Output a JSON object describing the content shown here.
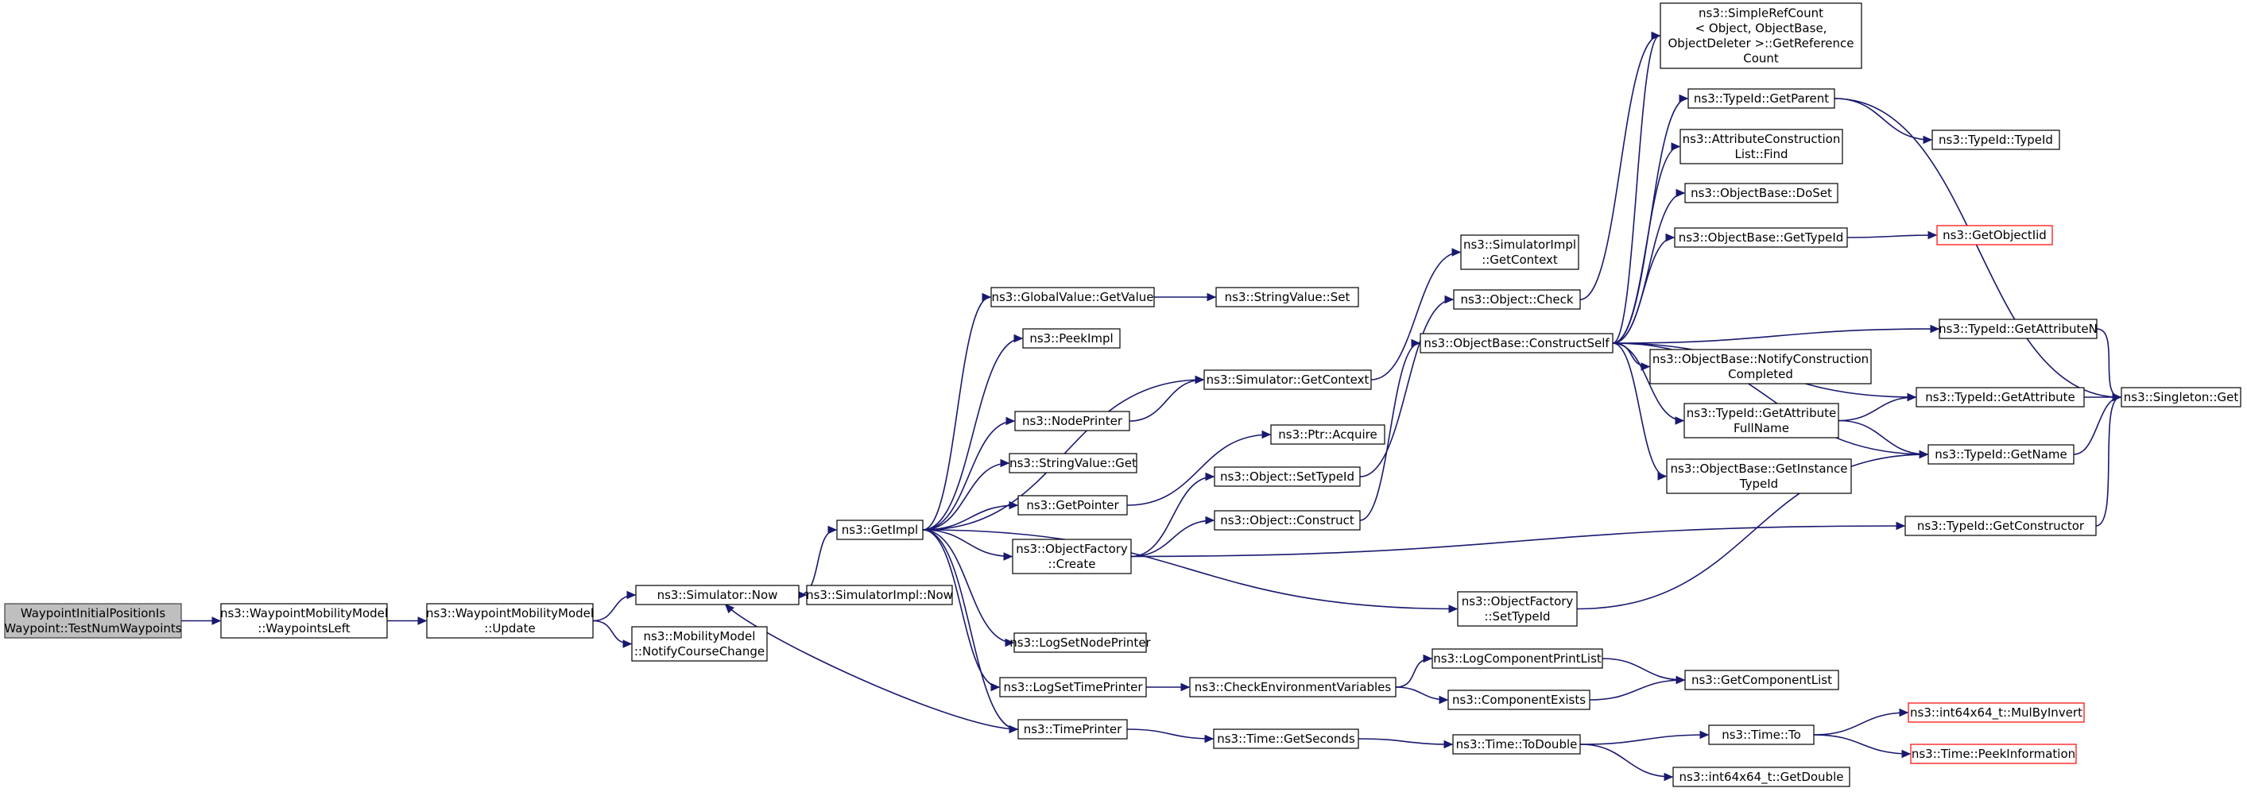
{
  "colors": {
    "edge": "#191970",
    "root_fill": "#bfbfbf",
    "node_border": "#000000",
    "truncated_border": "#ff0000"
  },
  "nodes": [
    {
      "id": "root",
      "lines": [
        "WaypointInitialPositionIs",
        "Waypoint::TestNumWaypoints"
      ],
      "style": "root"
    },
    {
      "id": "wml_wleft",
      "lines": [
        "ns3::WaypointMobilityModel",
        "::WaypointsLeft"
      ]
    },
    {
      "id": "wml_update",
      "lines": [
        "ns3::WaypointMobilityModel",
        "::Update"
      ]
    },
    {
      "id": "sim_now",
      "lines": [
        "ns3::Simulator::Now"
      ]
    },
    {
      "id": "mm_notify",
      "lines": [
        "ns3::MobilityModel",
        "::NotifyCourseChange"
      ]
    },
    {
      "id": "simimpl_now",
      "lines": [
        "ns3::SimulatorImpl::Now"
      ]
    },
    {
      "id": "getimpl",
      "lines": [
        "ns3::GetImpl"
      ]
    },
    {
      "id": "gv_getvalue",
      "lines": [
        "ns3::GlobalValue::GetValue"
      ]
    },
    {
      "id": "peekimpl",
      "lines": [
        "ns3::PeekImpl"
      ]
    },
    {
      "id": "nodeprinter",
      "lines": [
        "ns3::NodePrinter"
      ]
    },
    {
      "id": "sv_get",
      "lines": [
        "ns3::StringValue::Get"
      ]
    },
    {
      "id": "getpointer",
      "lines": [
        "ns3::GetPointer"
      ]
    },
    {
      "id": "of_create",
      "lines": [
        "ns3::ObjectFactory",
        "::Create"
      ]
    },
    {
      "id": "logsetnode",
      "lines": [
        "ns3::LogSetNodePrinter"
      ]
    },
    {
      "id": "logsettime",
      "lines": [
        "ns3::LogSetTimePrinter"
      ]
    },
    {
      "id": "timeprinter",
      "lines": [
        "ns3::TimePrinter"
      ]
    },
    {
      "id": "sv_set",
      "lines": [
        "ns3::StringValue::Set"
      ]
    },
    {
      "id": "sim_getctx",
      "lines": [
        "ns3::Simulator::GetContext"
      ]
    },
    {
      "id": "ptr_acquire",
      "lines": [
        "ns3::Ptr::Acquire"
      ]
    },
    {
      "id": "obj_settypeid",
      "lines": [
        "ns3::Object::SetTypeId"
      ]
    },
    {
      "id": "obj_construct",
      "lines": [
        "ns3::Object::Construct"
      ]
    },
    {
      "id": "checkenv",
      "lines": [
        "ns3::CheckEnvironmentVariables"
      ]
    },
    {
      "id": "time_getseconds",
      "lines": [
        "ns3::Time::GetSeconds"
      ]
    },
    {
      "id": "simimpl_getctx",
      "lines": [
        "ns3::SimulatorImpl",
        "::GetContext"
      ]
    },
    {
      "id": "obj_check",
      "lines": [
        "ns3::Object::Check"
      ]
    },
    {
      "id": "ob_constructself",
      "lines": [
        "ns3::ObjectBase::ConstructSelf"
      ]
    },
    {
      "id": "of_settypeid",
      "lines": [
        "ns3::ObjectFactory",
        "::SetTypeId"
      ]
    },
    {
      "id": "logcomplist",
      "lines": [
        "ns3::LogComponentPrintList"
      ]
    },
    {
      "id": "compexists",
      "lines": [
        "ns3::ComponentExists"
      ]
    },
    {
      "id": "time_todouble",
      "lines": [
        "ns3::Time::ToDouble"
      ]
    },
    {
      "id": "simplerefcount",
      "lines": [
        "ns3::SimpleRefCount",
        "< Object, ObjectBase,",
        "ObjectDeleter >::GetReference",
        "Count"
      ]
    },
    {
      "id": "tid_getparent",
      "lines": [
        "ns3::TypeId::GetParent"
      ]
    },
    {
      "id": "attrconstr_find",
      "lines": [
        "ns3::AttributeConstruction",
        "List::Find"
      ]
    },
    {
      "id": "ob_doset",
      "lines": [
        "ns3::ObjectBase::DoSet"
      ]
    },
    {
      "id": "ob_gettypeid",
      "lines": [
        "ns3::ObjectBase::GetTypeId"
      ]
    },
    {
      "id": "ob_notify",
      "lines": [
        "ns3::ObjectBase::NotifyConstruction",
        "Completed"
      ]
    },
    {
      "id": "tid_getattrfull",
      "lines": [
        "ns3::TypeId::GetAttribute",
        "FullName"
      ]
    },
    {
      "id": "ob_getinstance",
      "lines": [
        "ns3::ObjectBase::GetInstance",
        "TypeId"
      ]
    },
    {
      "id": "getcomplist",
      "lines": [
        "ns3::GetComponentList"
      ]
    },
    {
      "id": "time_to",
      "lines": [
        "ns3::Time::To"
      ]
    },
    {
      "id": "int64_getdouble",
      "lines": [
        "ns3::int64x64_t::GetDouble"
      ]
    },
    {
      "id": "tid_typeid",
      "lines": [
        "ns3::TypeId::TypeId"
      ]
    },
    {
      "id": "getobjectiid",
      "lines": [
        "ns3::GetObjectIid"
      ],
      "style": "red"
    },
    {
      "id": "tid_getattrn",
      "lines": [
        "ns3::TypeId::GetAttributeN"
      ]
    },
    {
      "id": "tid_getattr",
      "lines": [
        "ns3::TypeId::GetAttribute"
      ]
    },
    {
      "id": "tid_getname",
      "lines": [
        "ns3::TypeId::GetName"
      ]
    },
    {
      "id": "tid_getctor",
      "lines": [
        "ns3::TypeId::GetConstructor"
      ]
    },
    {
      "id": "mulbyinvert",
      "lines": [
        "ns3::int64x64_t::MulByInvert"
      ],
      "style": "red"
    },
    {
      "id": "peekinfo",
      "lines": [
        "ns3::Time::PeekInformation"
      ],
      "style": "red"
    },
    {
      "id": "singleton_get",
      "lines": [
        "ns3::Singleton::Get"
      ]
    }
  ],
  "edges": [
    [
      "root",
      "wml_wleft"
    ],
    [
      "wml_wleft",
      "wml_update"
    ],
    [
      "wml_update",
      "sim_now"
    ],
    [
      "wml_update",
      "mm_notify"
    ],
    [
      "sim_now",
      "simimpl_now"
    ],
    [
      "sim_now",
      "getimpl"
    ],
    [
      "getimpl",
      "gv_getvalue"
    ],
    [
      "getimpl",
      "peekimpl"
    ],
    [
      "getimpl",
      "nodeprinter"
    ],
    [
      "getimpl",
      "sv_get"
    ],
    [
      "getimpl",
      "getpointer"
    ],
    [
      "getimpl",
      "of_create"
    ],
    [
      "getimpl",
      "logsetnode"
    ],
    [
      "getimpl",
      "logsettime"
    ],
    [
      "getimpl",
      "timeprinter"
    ],
    [
      "getimpl",
      "sim_getctx"
    ],
    [
      "getimpl",
      "of_settypeid"
    ],
    [
      "gv_getvalue",
      "sv_set"
    ],
    [
      "nodeprinter",
      "sim_getctx"
    ],
    [
      "getpointer",
      "ptr_acquire"
    ],
    [
      "of_create",
      "obj_settypeid"
    ],
    [
      "of_create",
      "obj_construct"
    ],
    [
      "of_create",
      "tid_getctor"
    ],
    [
      "logsettime",
      "checkenv"
    ],
    [
      "timeprinter",
      "sim_now"
    ],
    [
      "timeprinter",
      "time_getseconds"
    ],
    [
      "sim_getctx",
      "simimpl_getctx"
    ],
    [
      "obj_settypeid",
      "obj_check"
    ],
    [
      "obj_construct",
      "ob_constructself"
    ],
    [
      "checkenv",
      "logcomplist"
    ],
    [
      "checkenv",
      "compexists"
    ],
    [
      "time_getseconds",
      "time_todouble"
    ],
    [
      "obj_check",
      "simplerefcount"
    ],
    [
      "ob_constructself",
      "simplerefcount"
    ],
    [
      "ob_constructself",
      "tid_getparent"
    ],
    [
      "ob_constructself",
      "attrconstr_find"
    ],
    [
      "ob_constructself",
      "ob_doset"
    ],
    [
      "ob_constructself",
      "ob_gettypeid"
    ],
    [
      "ob_constructself",
      "ob_notify"
    ],
    [
      "ob_constructself",
      "tid_getattrfull"
    ],
    [
      "ob_constructself",
      "ob_getinstance"
    ],
    [
      "ob_constructself",
      "tid_getattrn"
    ],
    [
      "ob_constructself",
      "tid_getattr"
    ],
    [
      "ob_constructself",
      "tid_getname"
    ],
    [
      "of_settypeid",
      "tid_getname"
    ],
    [
      "logcomplist",
      "getcomplist"
    ],
    [
      "compexists",
      "getcomplist"
    ],
    [
      "time_todouble",
      "time_to"
    ],
    [
      "time_todouble",
      "int64_getdouble"
    ],
    [
      "tid_getparent",
      "tid_typeid"
    ],
    [
      "tid_getparent",
      "singleton_get"
    ],
    [
      "ob_gettypeid",
      "getobjectiid"
    ],
    [
      "tid_getattrfull",
      "tid_getattr"
    ],
    [
      "tid_getattrfull",
      "tid_getname"
    ],
    [
      "time_to",
      "mulbyinvert"
    ],
    [
      "time_to",
      "peekinfo"
    ],
    [
      "tid_getattrn",
      "singleton_get"
    ],
    [
      "tid_getattr",
      "singleton_get"
    ],
    [
      "tid_getname",
      "singleton_get"
    ],
    [
      "tid_getctor",
      "singleton_get"
    ]
  ]
}
